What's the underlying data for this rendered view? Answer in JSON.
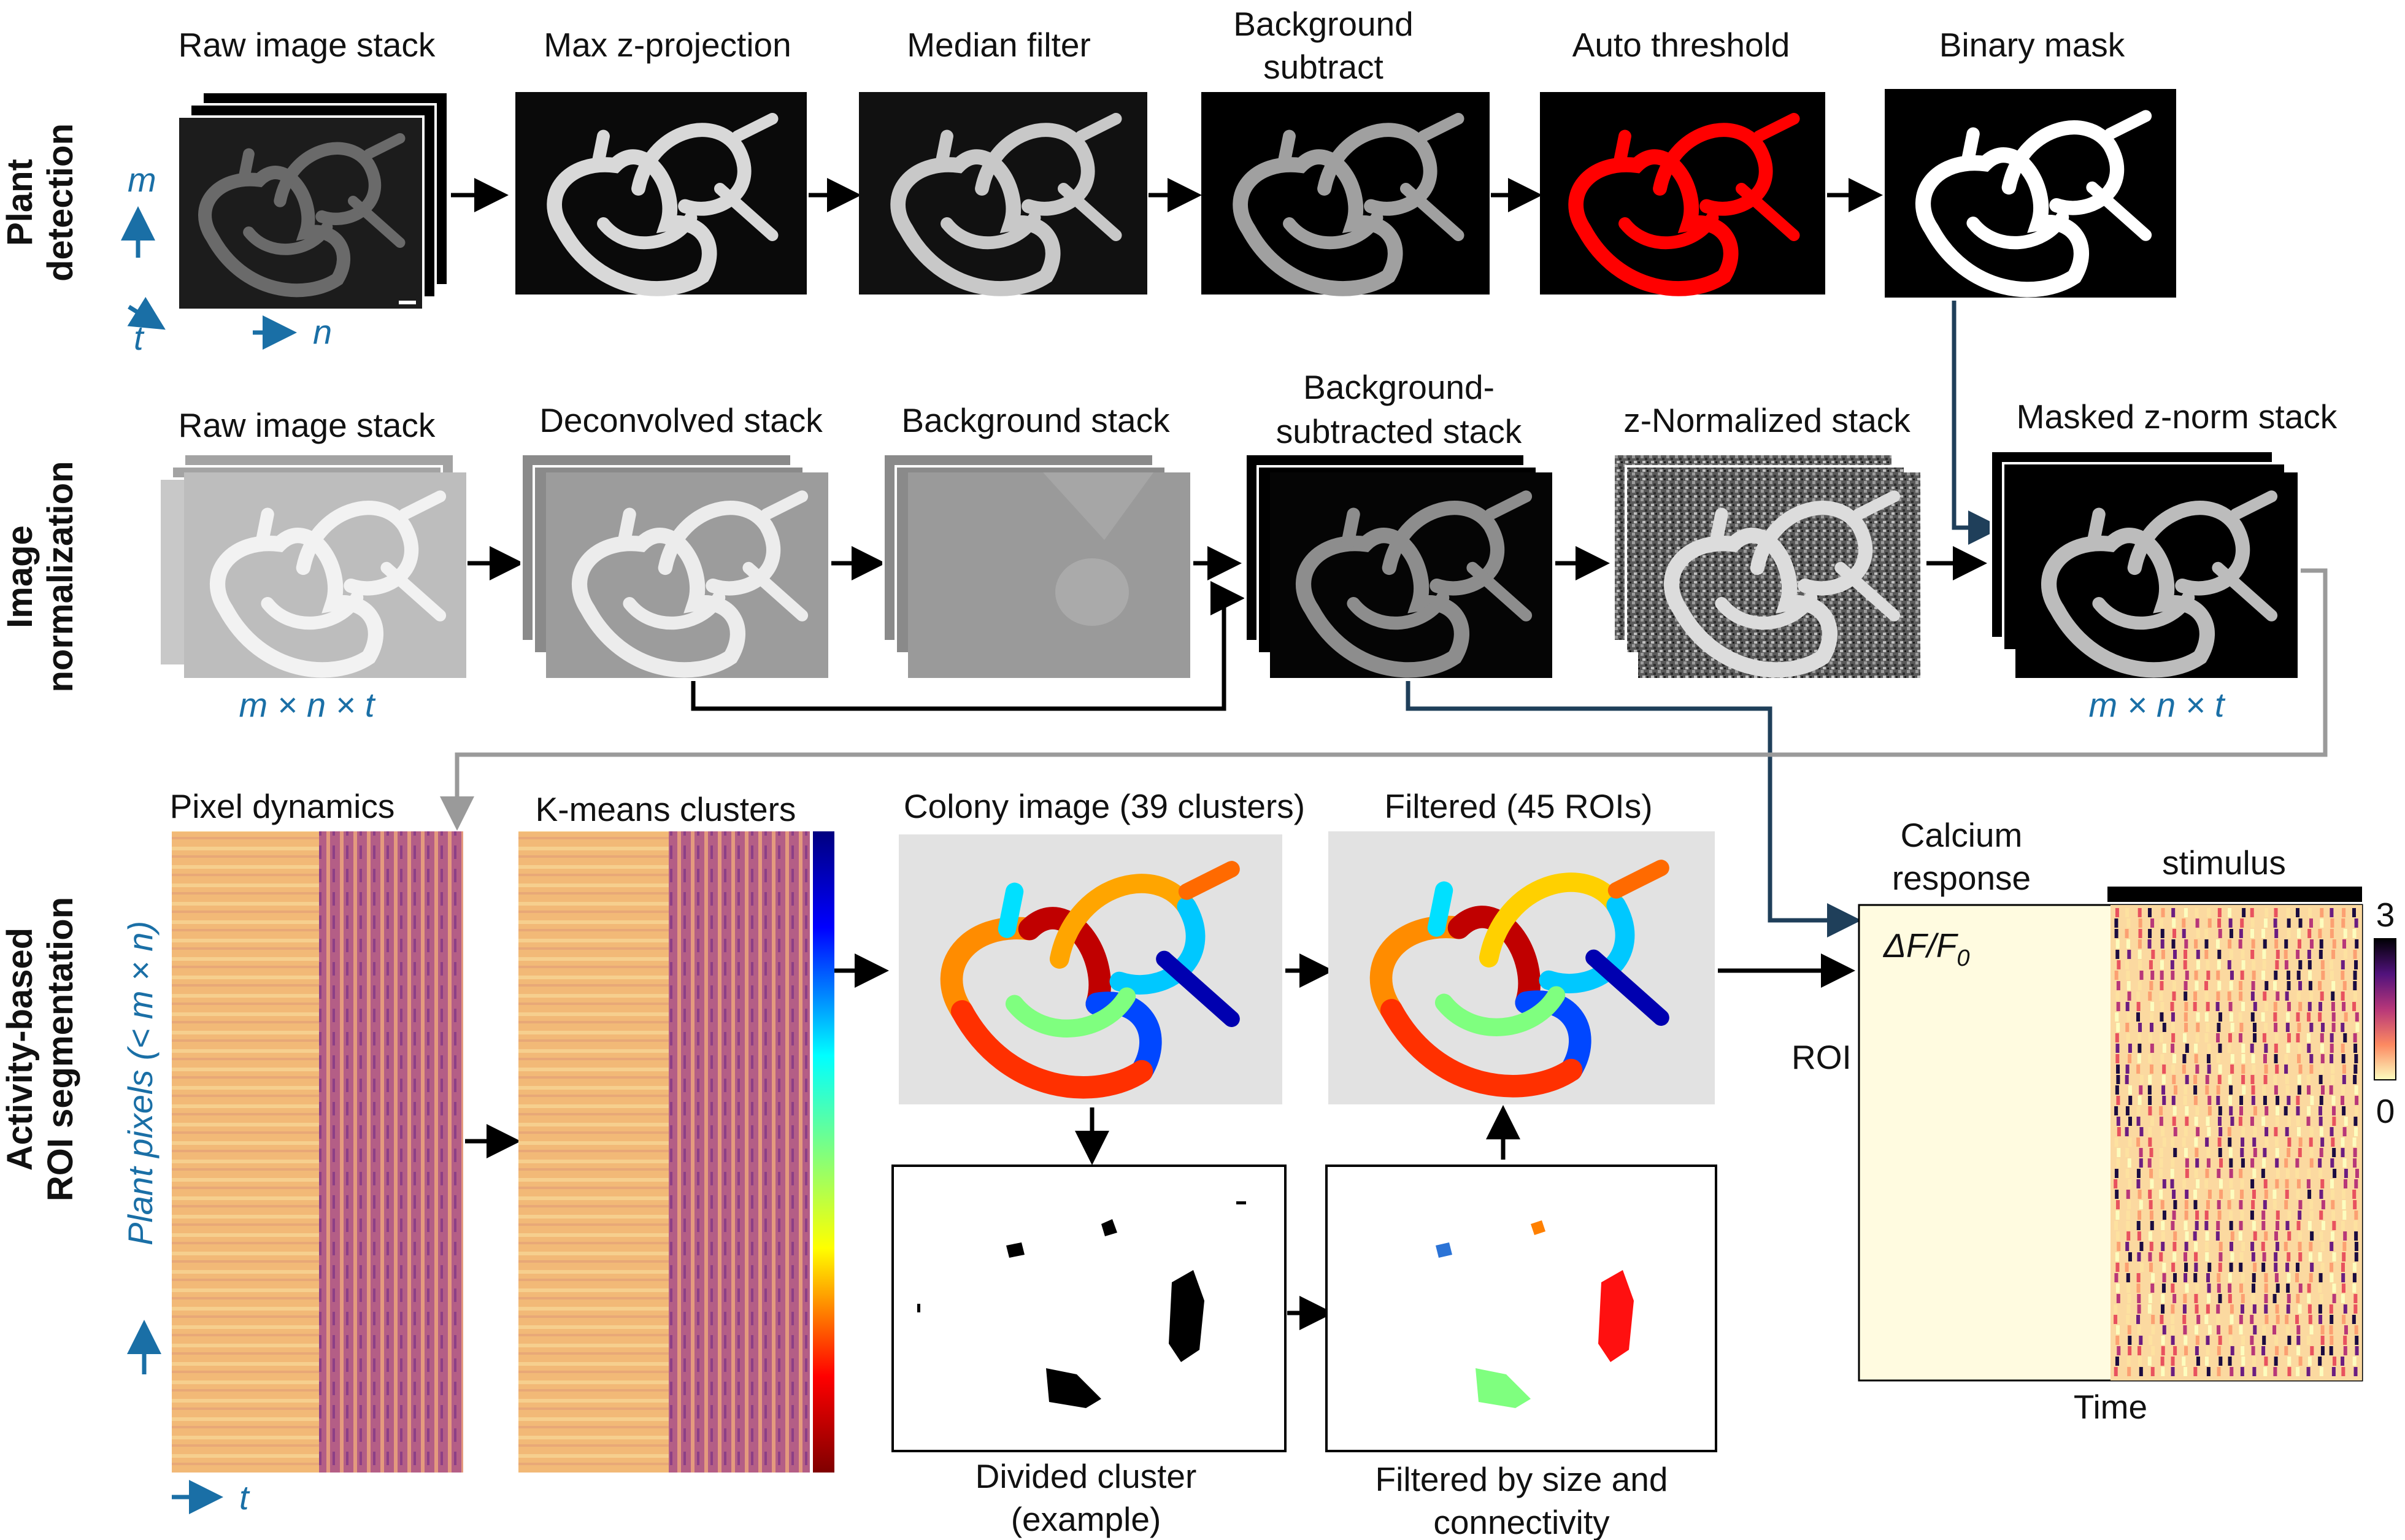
{
  "rows": {
    "plant_detection": [
      "Plant",
      "detection"
    ],
    "image_normalization": [
      "Image",
      "normalization"
    ],
    "roi_segmentation": [
      "Activity-based",
      "ROI segmentation"
    ]
  },
  "detection": {
    "raw": "Raw image stack",
    "maxz": "Max z-projection",
    "median": "Median filter",
    "bgsub": [
      "Background",
      "subtract"
    ],
    "thresh": "Auto threshold",
    "mask": "Binary mask",
    "axes": {
      "m": "m",
      "t": "t",
      "n": "n"
    }
  },
  "normalization": {
    "raw": "Raw image stack",
    "deconv": "Deconvolved stack",
    "bgstack": "Background stack",
    "bgsubstack": [
      "Background-",
      "subtracted stack"
    ],
    "znorm": "z-Normalized stack",
    "masked": "Masked z-norm stack",
    "dims_left": "m × n × t",
    "dims_right": "m × n × t"
  },
  "segmentation": {
    "pixel_dynamics": "Pixel dynamics",
    "kmeans": "K-means clusters",
    "colony": "Colony image (39 clusters)",
    "filtered": "Filtered (45 ROIs)",
    "divided": [
      "Divided cluster",
      "(example)"
    ],
    "filtered_by": [
      "Filtered by size and",
      "connectivity"
    ],
    "plant_pixels": "Plant pixels (< m × n)",
    "time_axis": "t"
  },
  "calcium": {
    "title": [
      "Calcium",
      "response"
    ],
    "stimulus": "stimulus",
    "dff": "ΔF/F",
    "dff_sub": "0",
    "roi": "ROI",
    "time": "Time",
    "scale_max": "3",
    "scale_min": "0"
  },
  "colors": {
    "arrow": "#000000",
    "mask_arrow": "#1f3f5a",
    "gray_arrow": "#9a9a9a",
    "accent": "#1a6fa6",
    "threshold_red": "#ff0000"
  }
}
